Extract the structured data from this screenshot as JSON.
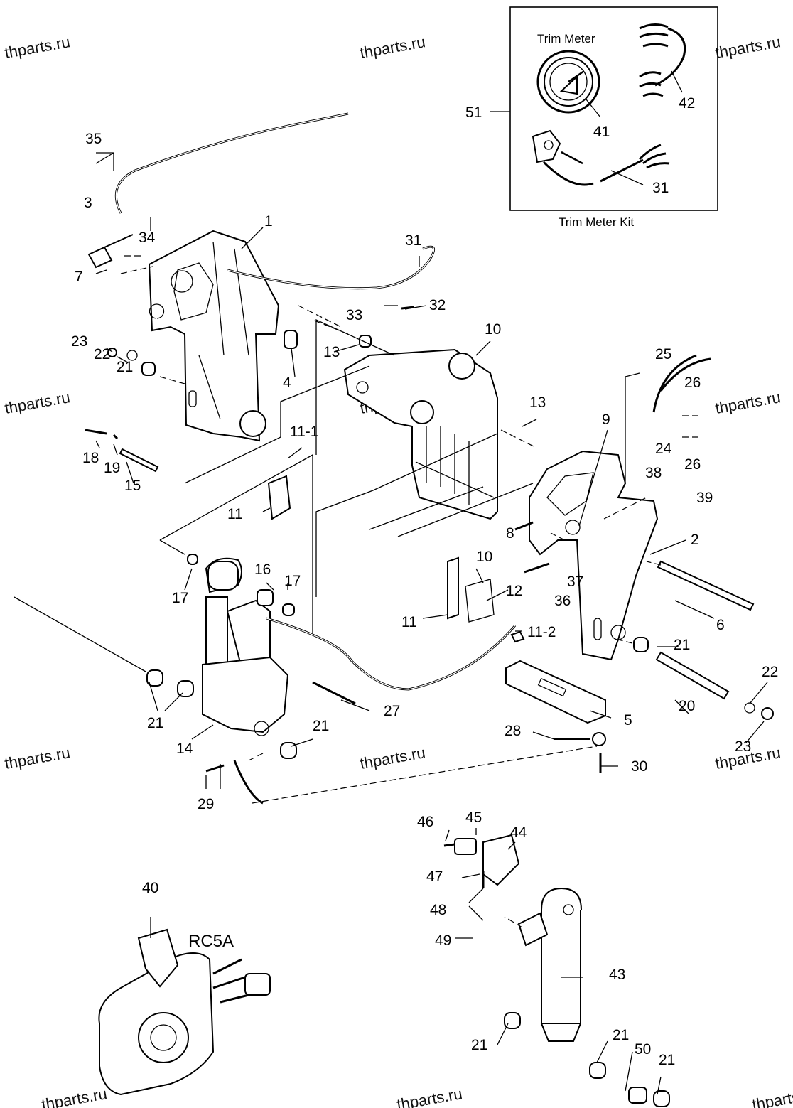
{
  "watermarks": [
    "thparts.ru",
    "thparts.ru",
    "thparts.ru",
    "thparts.ru",
    "thparts.ru",
    "thparts.ru",
    "thparts.ru",
    "thparts.ru",
    "thparts.ru",
    "thparts.ru",
    "thparts.ru",
    "thparts.ru"
  ],
  "kit": {
    "title": "Trim Meter Kit",
    "meter_label": "Trim Meter",
    "callout": "51"
  },
  "remote_control": {
    "model": "RC5A"
  },
  "part_labels": [
    "1",
    "2",
    "3",
    "4",
    "5",
    "6",
    "7",
    "8",
    "9",
    "10",
    "10",
    "11",
    "11",
    "11-1",
    "11-2",
    "12",
    "13",
    "13",
    "14",
    "15",
    "16",
    "17",
    "17",
    "18",
    "19",
    "20",
    "21",
    "21",
    "21",
    "21",
    "21",
    "21",
    "21",
    "22",
    "22",
    "23",
    "23",
    "24",
    "25",
    "26",
    "26",
    "27",
    "28",
    "29",
    "30",
    "31",
    "31",
    "32",
    "33",
    "34",
    "35",
    "36",
    "37",
    "38",
    "39",
    "40",
    "41",
    "42",
    "43",
    "44",
    "45",
    "46",
    "47",
    "48",
    "49",
    "50"
  ]
}
